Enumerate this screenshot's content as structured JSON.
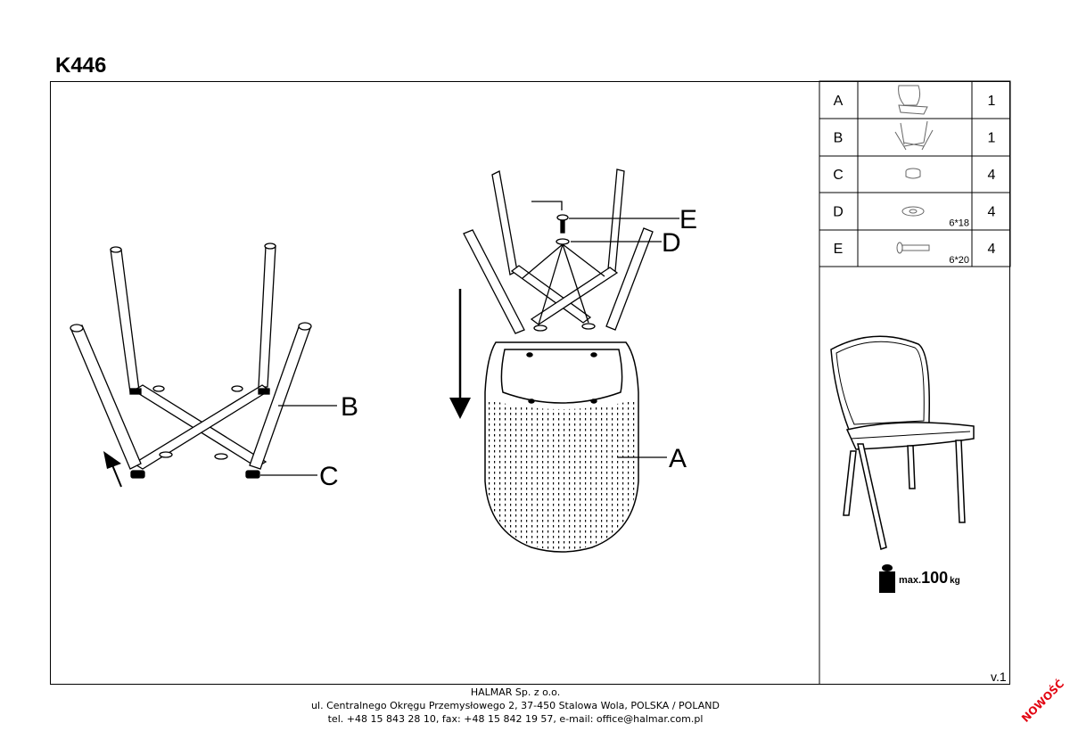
{
  "title": "K446",
  "version": "v.1",
  "callouts": {
    "a": "A",
    "b": "B",
    "c": "C",
    "d": "D",
    "e": "E"
  },
  "parts": [
    {
      "letter": "A",
      "icon": "seat-icon",
      "spec": "",
      "qty": "1"
    },
    {
      "letter": "B",
      "icon": "legs-frame-icon",
      "spec": "",
      "qty": "1"
    },
    {
      "letter": "C",
      "icon": "glide-icon",
      "spec": "",
      "qty": "4"
    },
    {
      "letter": "D",
      "icon": "washer-icon",
      "spec": "6*18",
      "qty": "4"
    },
    {
      "letter": "E",
      "icon": "bolt-icon",
      "spec": "6*20",
      "qty": "4"
    }
  ],
  "load": {
    "prefix": "max.",
    "value": "100",
    "unit": "kg"
  },
  "footer": {
    "company": "HALMAR Sp. z o.o.",
    "address": "ul. Centralnego Okręgu Przemysłowego 2, 37-450 Stalowa Wola, POLSKA / POLAND",
    "contact": "tel. +48 15 843 28 10, fax: +48 15 842 19 57, e-mail: office@halmar.com.pl"
  },
  "badge": "NOWOŚĆ",
  "colors": {
    "line": "#000000",
    "badge": "#e30613"
  }
}
